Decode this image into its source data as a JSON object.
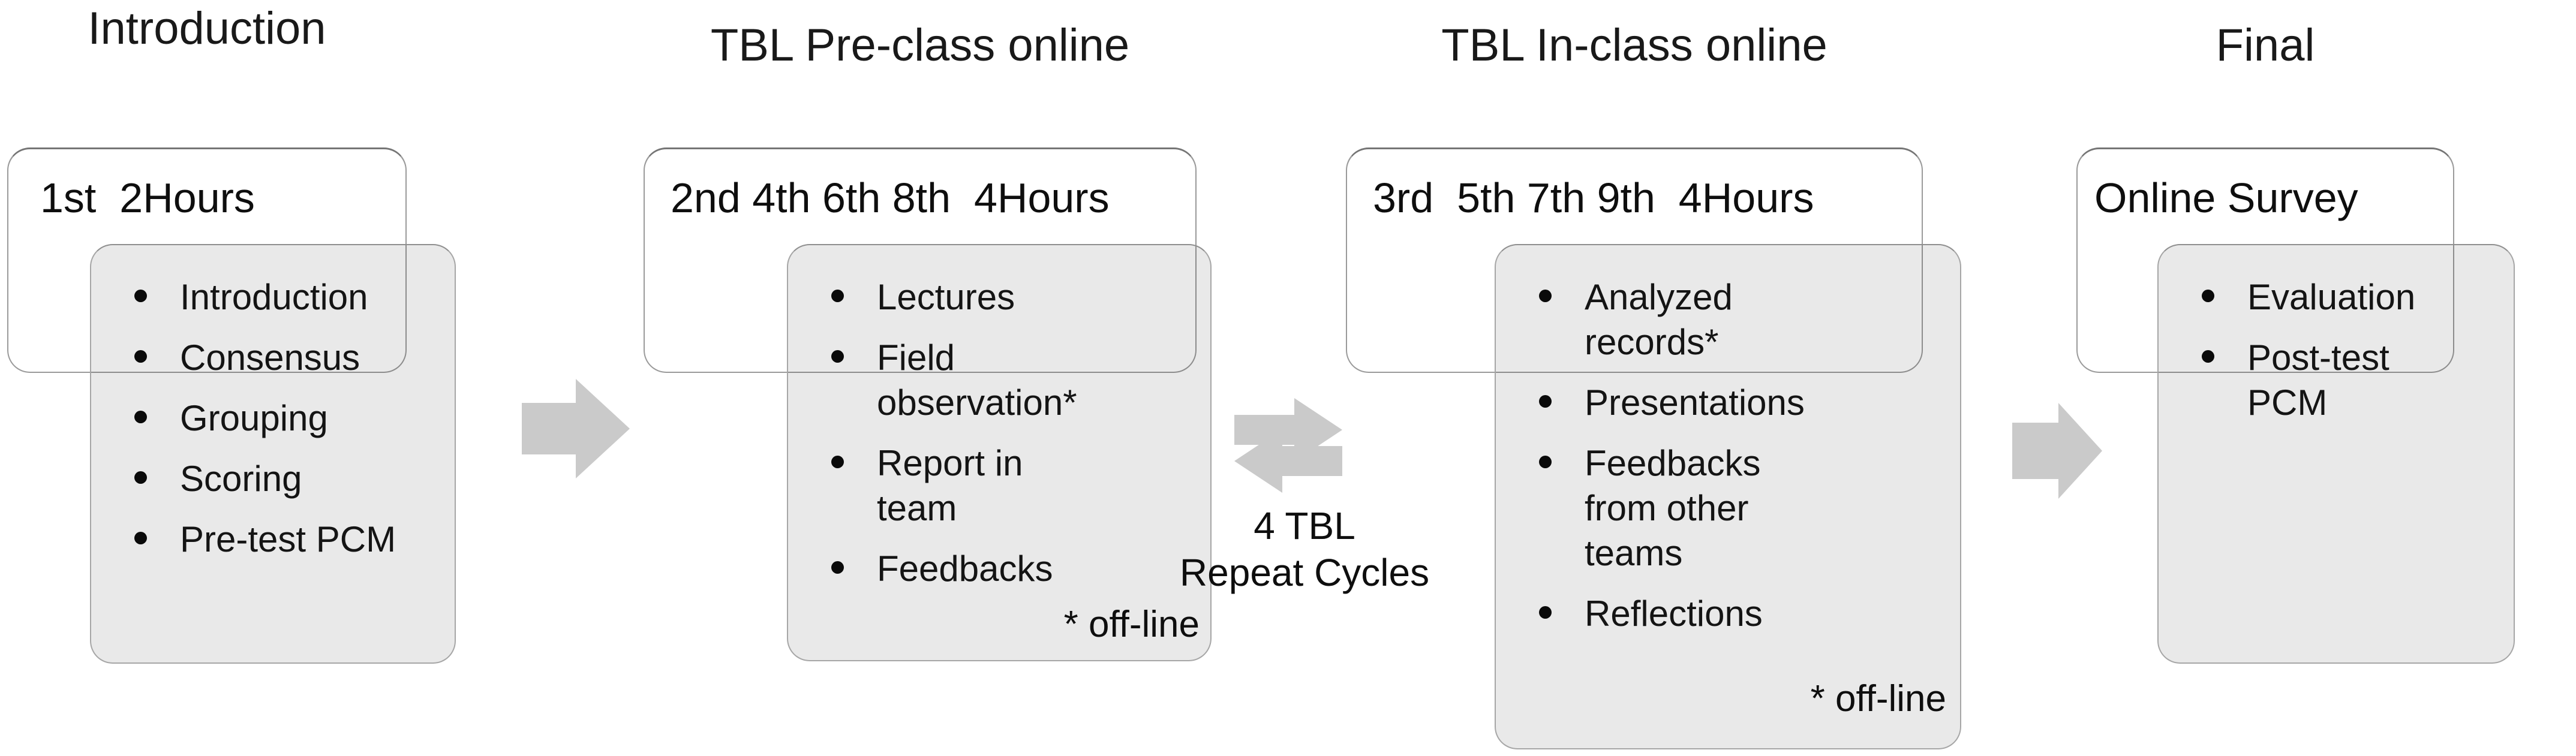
{
  "stages": [
    {
      "title": "Introduction",
      "header": "1st  2Hours",
      "items": [
        "Introduction",
        "Consensus",
        "Grouping",
        "Scoring",
        "Pre-test PCM"
      ],
      "footnote": ""
    },
    {
      "title": "TBL Pre-class online",
      "header": "2nd 4th 6th 8th  4Hours",
      "items": [
        "Lectures",
        "Field\nobservation*",
        "Report in\nteam",
        "Feedbacks"
      ],
      "footnote": "* off-line"
    },
    {
      "title": "TBL In-class online",
      "header": "3rd  5th 7th 9th  4Hours",
      "items": [
        "Analyzed\nrecords*",
        "Presentations",
        "Feedbacks\nfrom other\nteams",
        "Reflections"
      ],
      "footnote": "* off-line"
    },
    {
      "title": "Final",
      "header": "Online Survey",
      "items": [
        "Evaluation",
        "Post-test\nPCM"
      ],
      "footnote": ""
    }
  ],
  "cycle": {
    "label": "4 TBL\nRepeat Cycles"
  },
  "colors": {
    "arrow_fill": "#cacaca",
    "box_border": "#9a9a9a",
    "panel_fill": "#e9e9e9",
    "text": "#141414"
  }
}
